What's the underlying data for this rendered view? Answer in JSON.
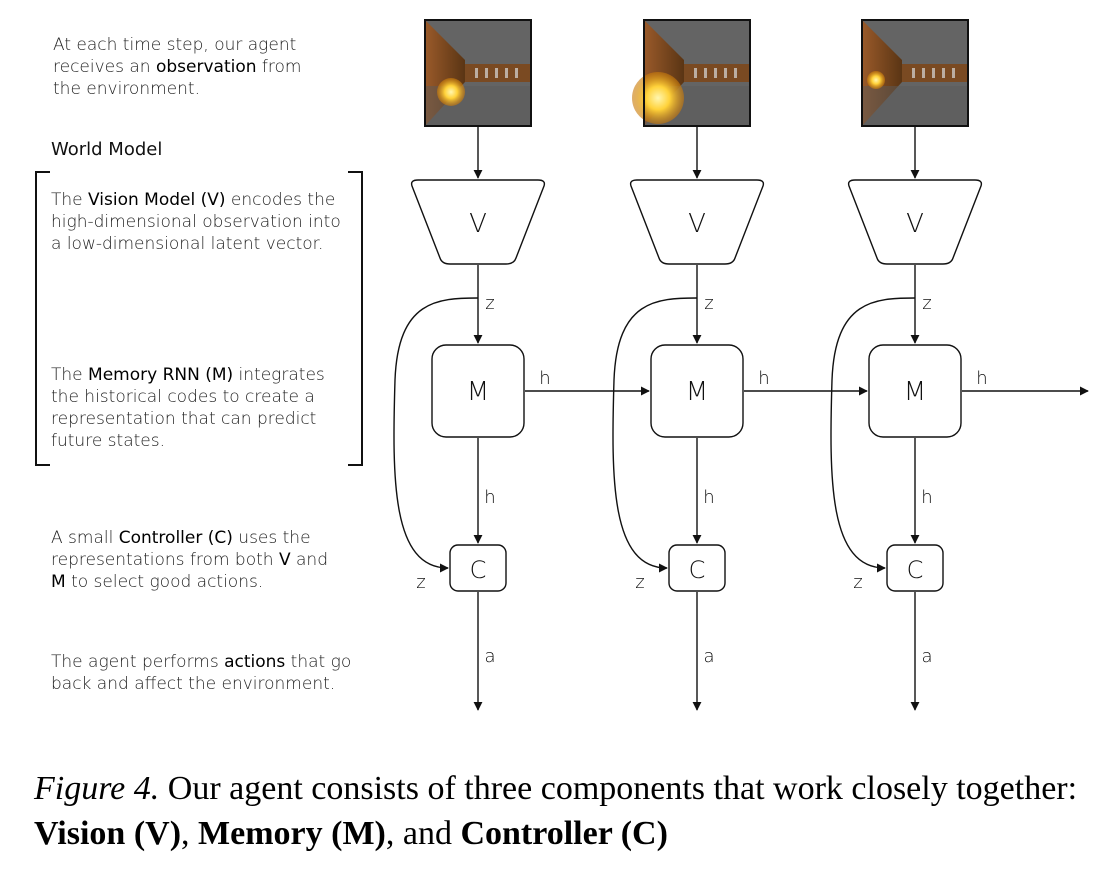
{
  "annotations": {
    "observation": {
      "pre": "At each time step, our agent receives an ",
      "key": "observation",
      "post": " from the environment."
    },
    "world_model_heading": "World Model",
    "vision": {
      "pre": "The ",
      "key": "Vision Model (V)",
      "post": " encodes the high-dimensional observation into a low-dimensional latent vector."
    },
    "memory": {
      "pre": "The ",
      "key": "Memory RNN (M)",
      "post": " integrates the historical codes to create a representation that can predict future states."
    },
    "controller": {
      "pre": "A small ",
      "key": "Controller (C)",
      "post": " uses the representations from both ",
      "key2": "V",
      "mid": " and ",
      "key3": "M",
      "post2": " to select good actions."
    },
    "actions": {
      "pre": "The agent performs ",
      "key": "actions",
      "post": " that go back and affect the environment."
    }
  },
  "node_labels": {
    "vision": "V",
    "memory": "M",
    "controller": "C"
  },
  "edge_labels": {
    "latent": "z",
    "hidden": "h",
    "action": "a"
  },
  "timesteps": 3,
  "caption": {
    "figure_label": "Figure 4.",
    "text_1": " Our agent consists of three components that work closely together: ",
    "vision": "Vision (V)",
    "sep_1": ", ",
    "memory": "Memory (M)",
    "sep_2": ", and ",
    "controller": "Controller (C)"
  },
  "colors": {
    "stroke": "#111111",
    "wall": "#8a4a1e",
    "floor": "#6c6c6c",
    "fireball": "#ffd23a"
  }
}
